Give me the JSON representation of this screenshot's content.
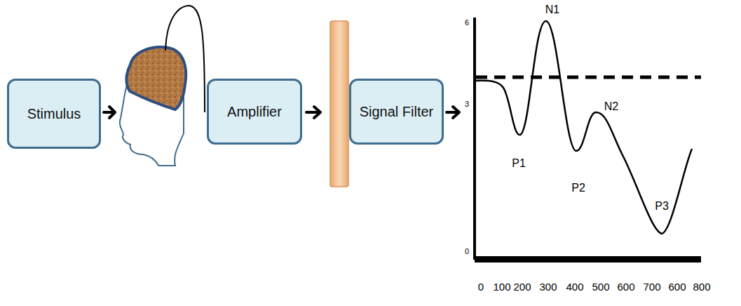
{
  "diagram": {
    "nodes": [
      {
        "text": [
          "Stimulus"
        ]
      },
      {
        "text": [
          "Amplifier"
        ]
      },
      {
        "text": [
          "Signal Filter"
        ]
      }
    ],
    "labels": [
      "N1",
      "P1",
      "N2",
      "P2",
      "P3",
      "6",
      "3",
      "0",
      "0",
      "100",
      "200",
      "300",
      "400",
      "500",
      "600",
      "700",
      "600",
      "800"
    ]
  }
}
